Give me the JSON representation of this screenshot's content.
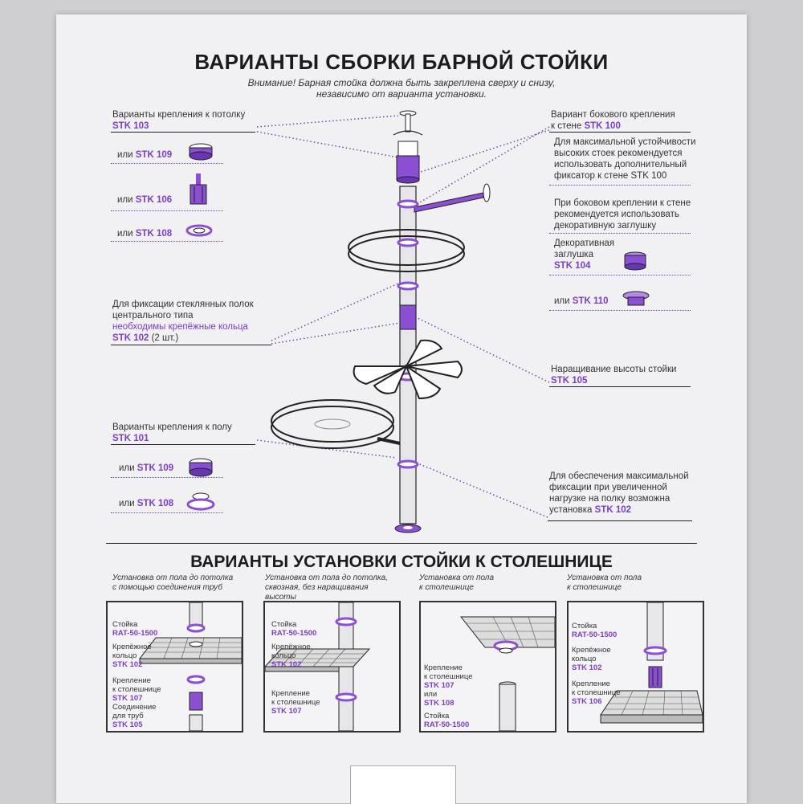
{
  "title": "ВАРИАНТЫ СБОРКИ БАРНОЙ СТОЙКИ",
  "warning_line1": "Внимание! Барная стойка должна быть закреплена сверху и снизу,",
  "warning_line2": "независимо от варианта установки.",
  "left": {
    "ceiling_label": "Варианты крепления к потолку",
    "ceiling_code": "STK 103",
    "or109": "или",
    "code109": "STK 109",
    "or106": "или",
    "code106": "STK 106",
    "or108": "или",
    "code108": "STK 108",
    "glass_l1": "Для фиксации стеклянных полок",
    "glass_l2": "центрального типа",
    "glass_l3": "необходимы крепёжные кольца",
    "glass_code": "STK 102",
    "glass_qty": "(2 шт.)",
    "floor_label": "Варианты крепления к полу",
    "floor_code": "STK 101",
    "f_or109": "или",
    "f_code109": "STK 109",
    "f_or108": "или",
    "f_code108": "STK 108"
  },
  "right": {
    "side_l1": "Вариант бокового крепления",
    "side_l2": "к стене",
    "side_code": "STK 100",
    "stab_l1": "Для максимальной устойчивости",
    "stab_l2": "высоких стоек рекомендуется",
    "stab_l3": "использовать дополнительный",
    "stab_l4": "фиксатор к стене STK 100",
    "plug_l1": "При боковом креплении к стене",
    "plug_l2": "рекомендуется использовать",
    "plug_l3": "декоративную заглушку",
    "deco_l1": "Декоративная",
    "deco_l2": "заглушка",
    "deco_code": "STK 104",
    "or110": "или",
    "code110": "STK 110",
    "ext_label": "Наращивание высоты стойки",
    "ext_code": "STK 105",
    "fix_l1": "Для обеспечения максимальной",
    "fix_l2": "фиксации при увеличенной",
    "fix_l3": "нагрузке на полку возможна",
    "fix_l4": "установка",
    "fix_code": "STK 102"
  },
  "section2_title": "ВАРИАНТЫ УСТАНОВКИ СТОЙКИ К СТОЛЕШНИЦЕ",
  "panels": [
    {
      "cap1": "Установка от пола до потолка",
      "cap2": "с помощью соединения труб",
      "cap3": "",
      "a1": "Стойка",
      "a2": "RAT-50-1500",
      "b1": "Крепёжное",
      "b2": "кольцо",
      "b3": "STK 102",
      "c1": "Крепление",
      "c2": "к столешнице",
      "c3": "STK 107",
      "d1": "Соединение",
      "d2": "для труб",
      "d3": "STK 105"
    },
    {
      "cap1": "Установка от пола до потолка,",
      "cap2": "сквозная, без наращивания",
      "cap3": "высоты",
      "a1": "Стойка",
      "a2": "RAT-50-1500",
      "b1": "Крепёжное",
      "b2": "кольцо",
      "b3": "STK 102",
      "c1": "Крепление",
      "c2": "к столешнице",
      "c3": "STK 107"
    },
    {
      "cap1": "Установка от пола",
      "cap2": "к столешнице",
      "a1": "Крепление",
      "a2": "к столешнице",
      "a3": "STK 107",
      "a4": "или",
      "a5": "STK 108",
      "b1": "Стойка",
      "b2": "RAT-50-1500"
    },
    {
      "cap1": "Установка от пола",
      "cap2": "к столешнице",
      "a1": "Стойка",
      "a2": "RAT-50-1500",
      "b1": "Крепёжное",
      "b2": "кольцо",
      "b3": "STK 102",
      "c1": "Крепление",
      "c2": "к столешнице",
      "c3": "STK 106"
    }
  ],
  "colors": {
    "accent": "#7a3fc2",
    "ink": "#1b1b1f",
    "sheet": "#f1f1f4"
  }
}
